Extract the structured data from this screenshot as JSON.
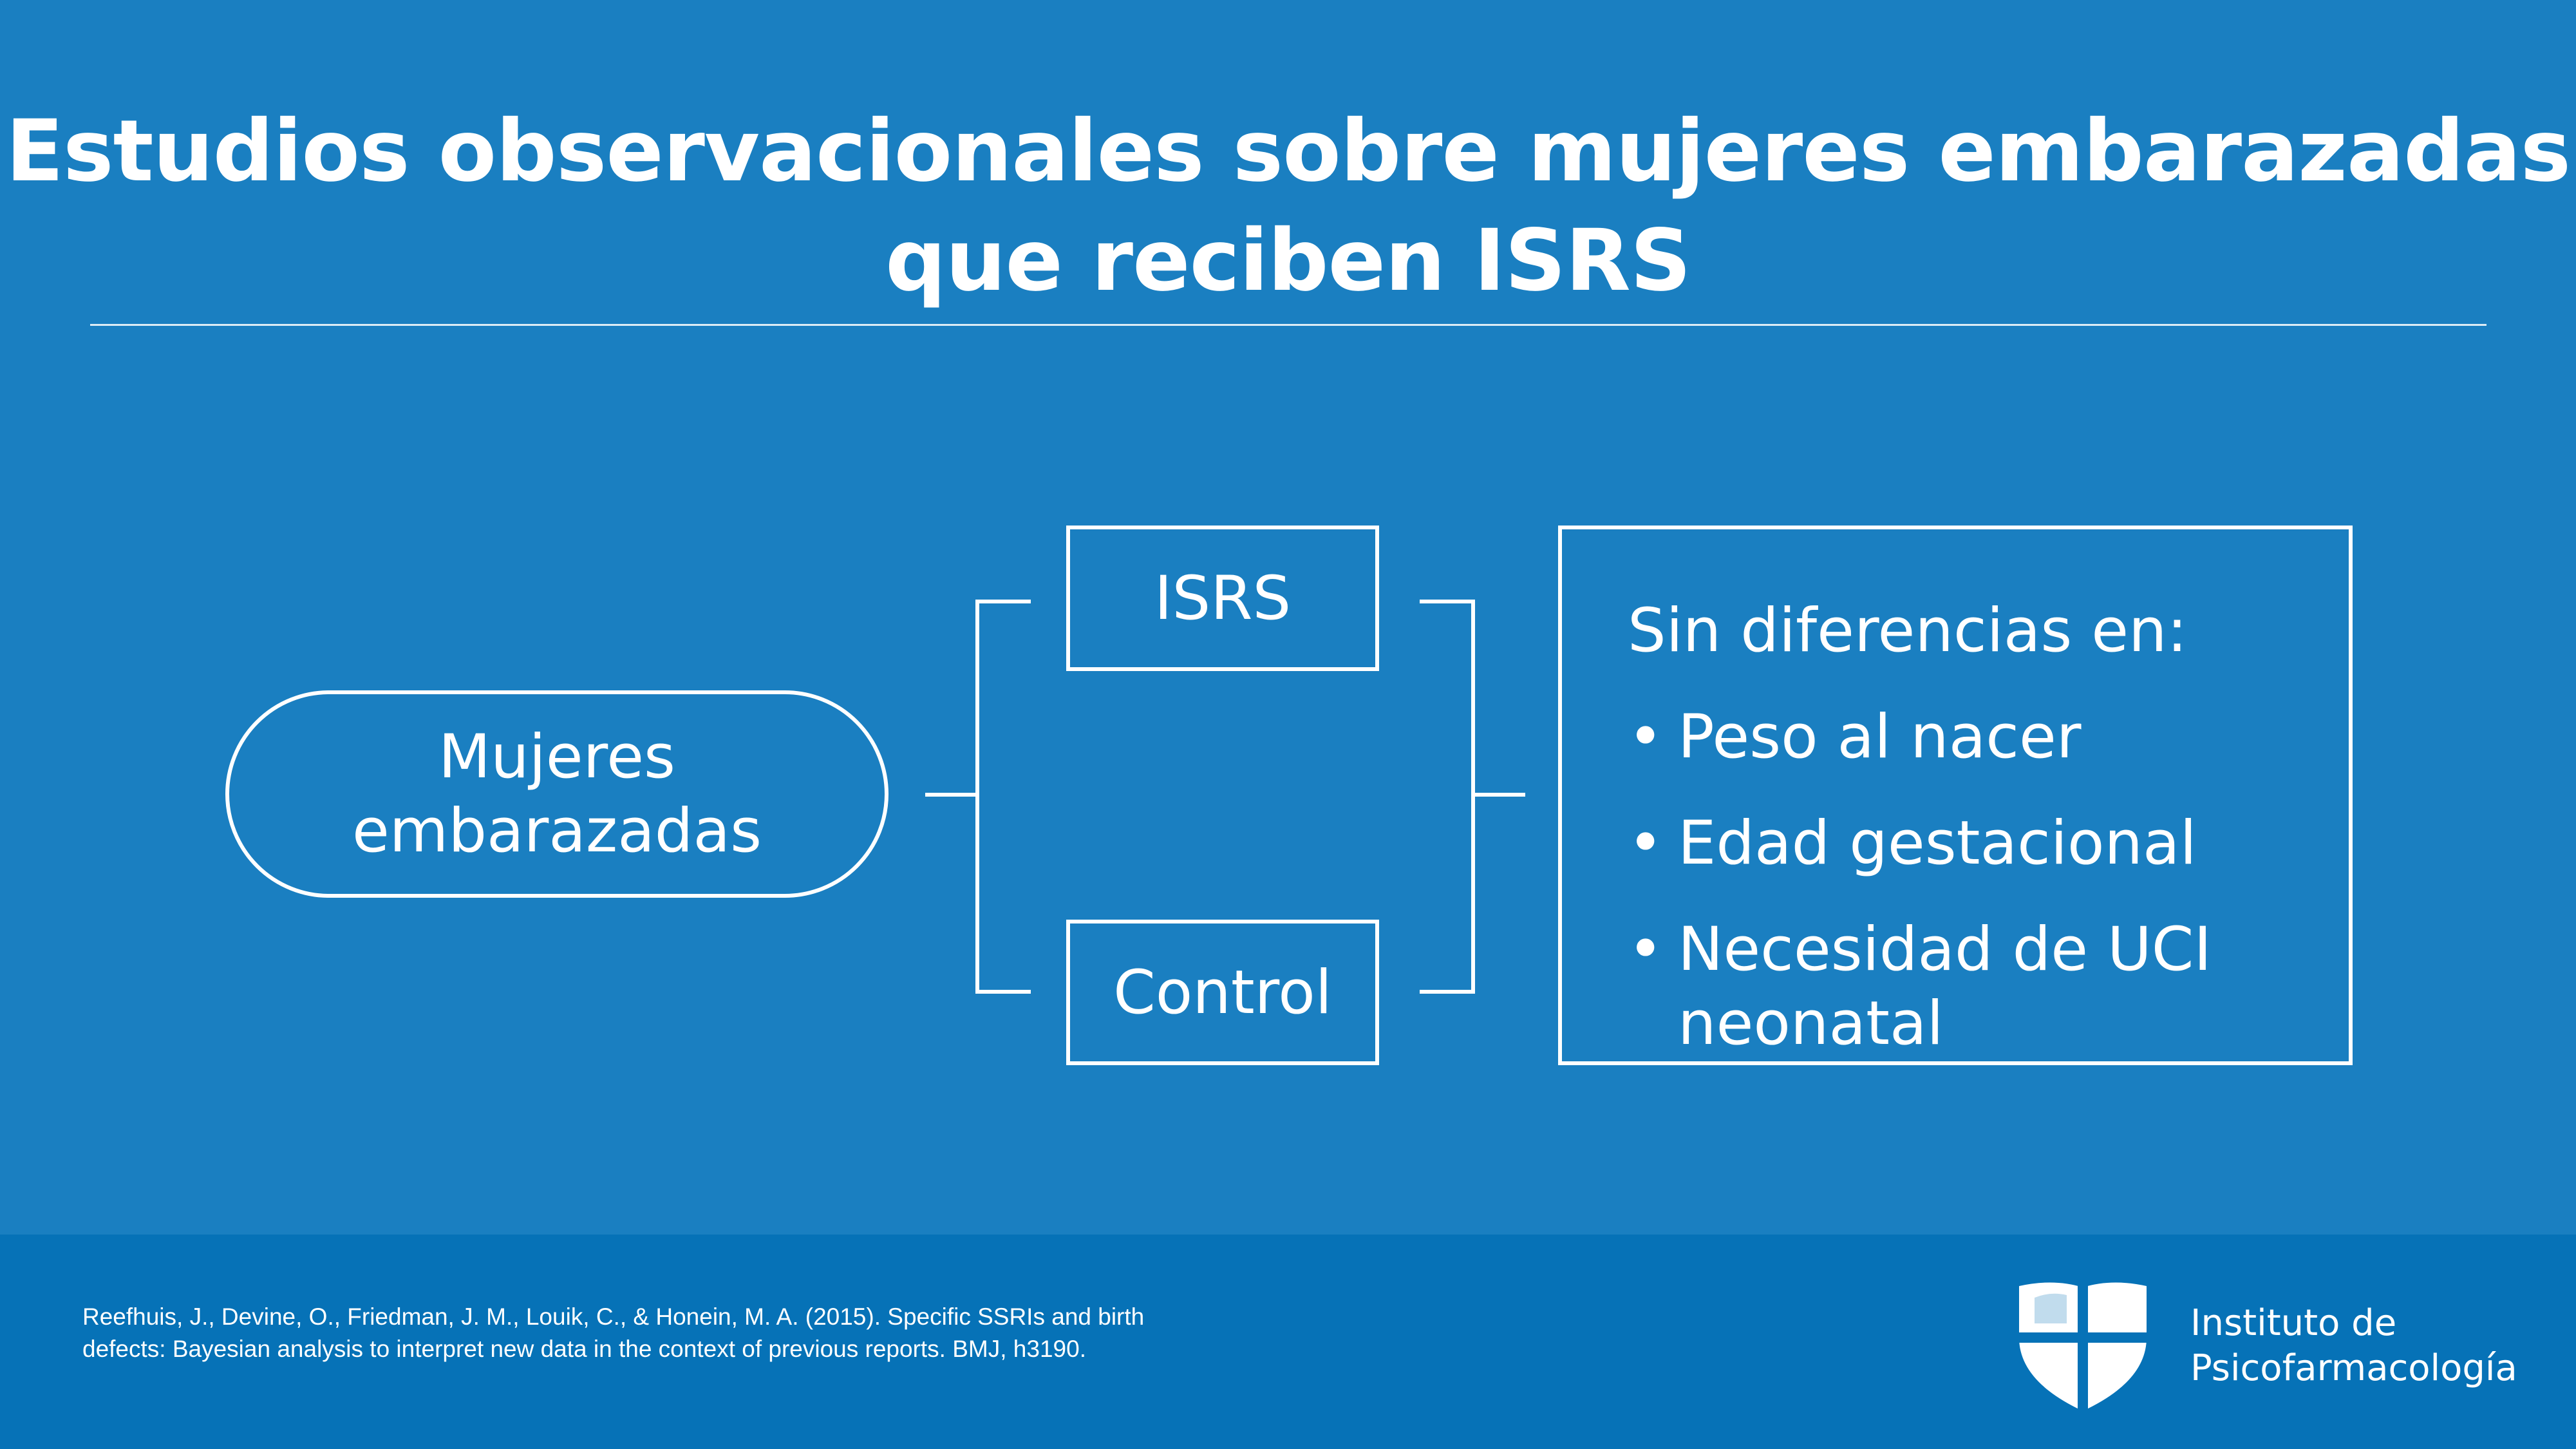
{
  "header": {
    "title_line1": "Estudios observacionales sobre mujeres embarazadas",
    "title_line2": "que reciben ISRS"
  },
  "diagram": {
    "population": {
      "line1": "Mujeres",
      "line2": "embarazadas"
    },
    "groups": [
      {
        "label": "ISRS"
      },
      {
        "label": "Control"
      }
    ],
    "result": {
      "heading": "Sin diferencias en:",
      "bullet": "•",
      "items": [
        {
          "line1": "Peso al nacer",
          "line2": ""
        },
        {
          "line1": "Edad gestacional",
          "line2": ""
        },
        {
          "line1": "Necesidad de UCI",
          "line2": "neonatal"
        }
      ]
    }
  },
  "footer": {
    "citation_line1": "Reefhuis, J., Devine, O., Friedman, J. M., Louik, C., & Honein, M. A. (2015). Specific SSRIs and birth",
    "citation_line2": "defects: Bayesian analysis to interpret new data in the context of previous reports. BMJ, h3190.",
    "logo_line1": "Instituto de",
    "logo_line2": "Psicofarmacología"
  },
  "colors": {
    "background": "#1a7fc1",
    "footer_background": "#0672b7",
    "foreground": "#ffffff"
  },
  "icons": {
    "logo": "shield-cross-icon"
  }
}
